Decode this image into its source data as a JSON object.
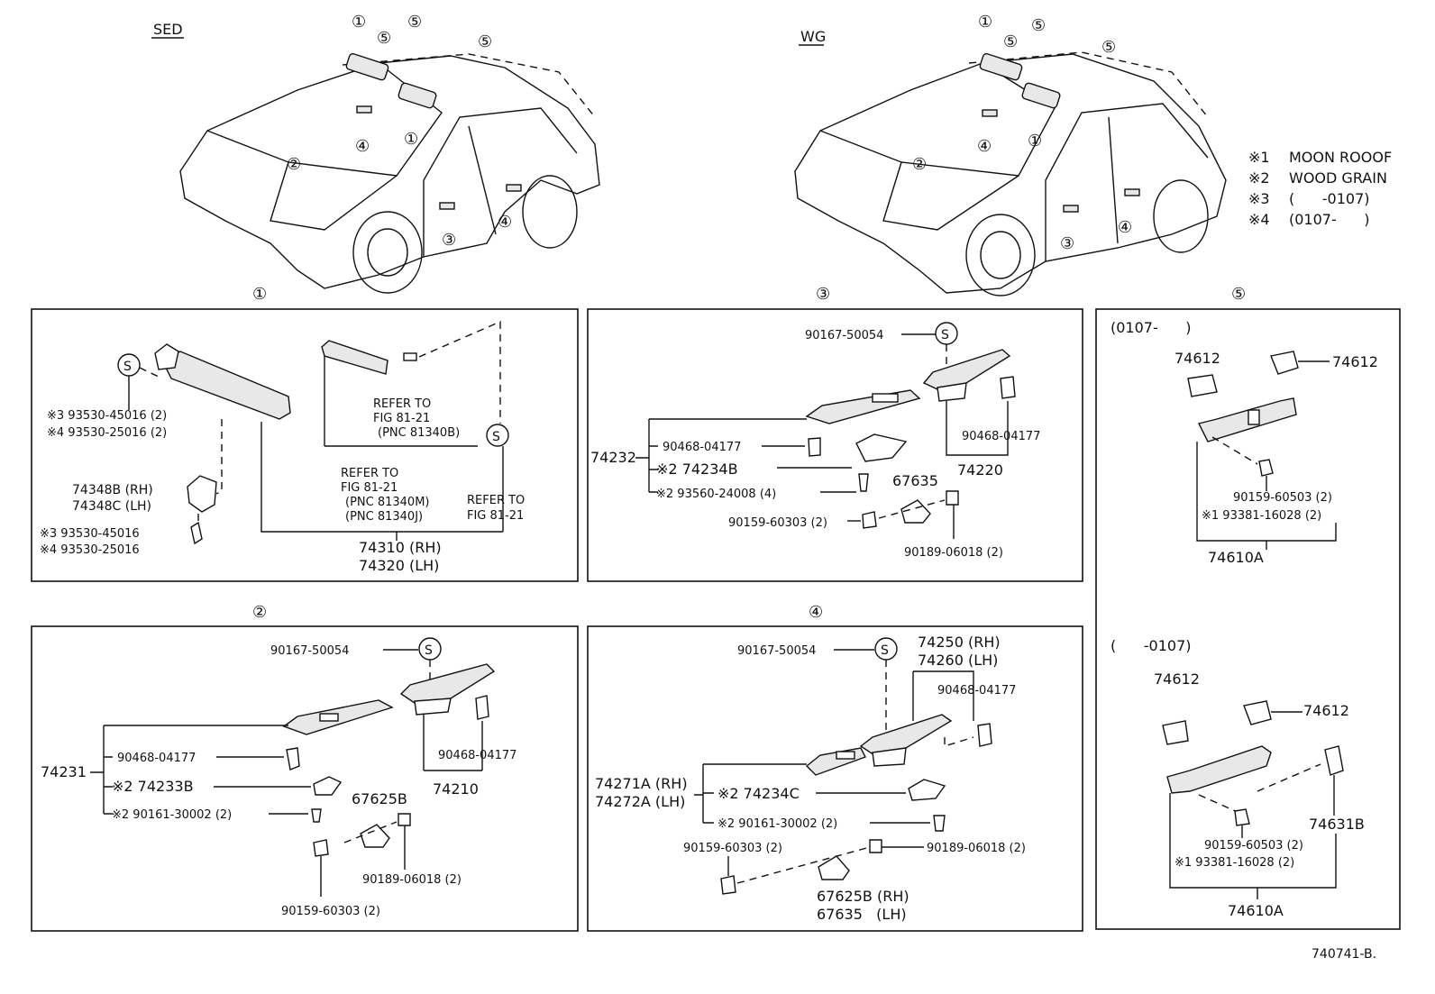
{
  "vehicles": {
    "sedan_label": "SED",
    "wagon_label": "WG"
  },
  "sedan_callouts": [
    "①",
    "⑤",
    "⑤",
    "⑤",
    "②",
    "④",
    "①",
    "③",
    "④"
  ],
  "wagon_callouts": [
    "①",
    "⑤",
    "⑤",
    "⑤",
    "②",
    "④",
    "①",
    "③",
    "④"
  ],
  "notes": [
    {
      "mark": "※1",
      "text": "MOON ROOOF"
    },
    {
      "mark": "※2",
      "text": "WOOD GRAIN"
    },
    {
      "mark": "※3",
      "text": "(      -0107)"
    },
    {
      "mark": "※4",
      "text": "(0107-      )"
    }
  ],
  "panel1": {
    "num": "①",
    "s_mark": "S",
    "screw_a": "※3 93530-45016 (2)",
    "screw_b": "※4 93530-25016 (2)",
    "hinge_rh": "74348B (RH)",
    "hinge_lh": "74348C (LH)",
    "screw_c": "※3 93530-45016",
    "screw_d": "※4 93530-25016",
    "refer1": [
      "REFER TO",
      "FIG 81-21",
      "(PNC 81340B)"
    ],
    "refer2": [
      "REFER TO",
      "FIG 81-21",
      "(PNC 81340M)",
      "(PNC 81340J)"
    ],
    "refer3": [
      "REFER TO",
      "FIG 81-21"
    ],
    "visor_rh": "74310 (RH)",
    "visor_lh": "74320 (LH)"
  },
  "panel2": {
    "num": "②",
    "clip_top": "90167-50054",
    "s_mark": "S",
    "main": "74231",
    "p_clip": "90468-04177",
    "p_2a": "※2 74233B",
    "p_2b": "※2  90161-30002 (2)",
    "bracket": "67625B",
    "nut": "90189-06018 (2)",
    "bolt": "90159-60303 (2)",
    "clip_r": "90468-04177",
    "sub": "74210"
  },
  "panel3": {
    "num": "③",
    "clip_top": "90167-50054",
    "s_mark": "S",
    "main": "74232",
    "p_clip": "90468-04177",
    "p_2a": "※2 74234B",
    "p_2b": "※2  93560-24008 (4)",
    "bracket": "67635",
    "bolt": "90159-60303 (2)",
    "nut": "90189-06018 (2)",
    "clip_r": "90468-04177",
    "sub": "74220"
  },
  "panel4": {
    "num": "④",
    "clip_top": "90167-50054",
    "s_mark": "S",
    "sub_rh": "74250 (RH)",
    "sub_lh": "74260 (LH)",
    "clip_r": "90468-04177",
    "main_rh": "74271A (RH)",
    "main_lh": "74272A (LH)",
    "p_2a": "※2 74234C",
    "p_2b": "※2 90161-30002 (2)",
    "bolt": "90159-60303 (2)",
    "nut": "90189-06018 (2)",
    "bracket_rh": "67625B (RH)",
    "bracket_lh": "67635   (LH)"
  },
  "panel5": {
    "num": "⑤",
    "top_range": "(0107-      )",
    "cap_a": "74612",
    "cap_b": "74612",
    "bolt_a": "90159-60503 (2)",
    "screw_a": "※1 93381-16028 (2)",
    "assy_a": "74610A",
    "bot_range": "(      -0107)",
    "cap_c": "74612",
    "cap_d": "74612",
    "bolt_b": "90159-60503 (2)",
    "screw_b": "※1 93381-16028 (2)",
    "cover": "74631B",
    "assy_b": "74610A"
  },
  "figure_code": "740741-B."
}
